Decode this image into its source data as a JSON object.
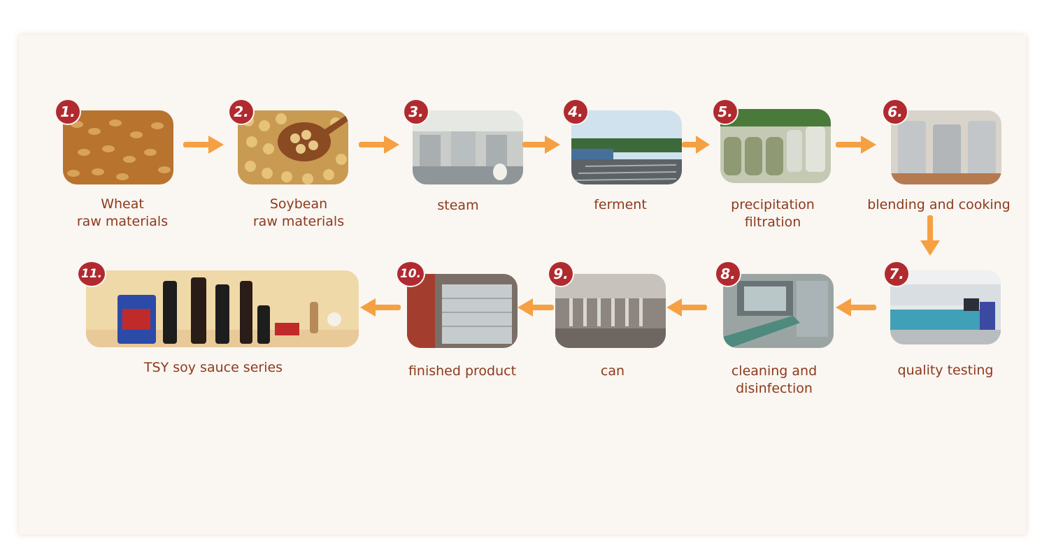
{
  "colors": {
    "badge": "#b02a30",
    "label": "#8c3a1c",
    "arrow": "#f5a042",
    "card": "#faf6f2"
  },
  "steps": [
    {
      "number": "1.",
      "line1": "Wheat",
      "line2": "raw materials"
    },
    {
      "number": "2.",
      "line1": "Soybean",
      "line2": "raw materials"
    },
    {
      "number": "3.",
      "line1": "steam",
      "line2": ""
    },
    {
      "number": "4.",
      "line1": "ferment",
      "line2": ""
    },
    {
      "number": "5.",
      "line1": "precipitation",
      "line2": "filtration"
    },
    {
      "number": "6.",
      "line1": "blending and cooking",
      "line2": ""
    },
    {
      "number": "7.",
      "line1": "quality testing",
      "line2": ""
    },
    {
      "number": "8.",
      "line1": "cleaning and",
      "line2": "disinfection"
    },
    {
      "number": "9.",
      "line1": "can",
      "line2": ""
    },
    {
      "number": "10.",
      "line1": "finished product",
      "line2": ""
    },
    {
      "number": "11.",
      "line1": "TSY soy sauce series",
      "line2": ""
    }
  ]
}
